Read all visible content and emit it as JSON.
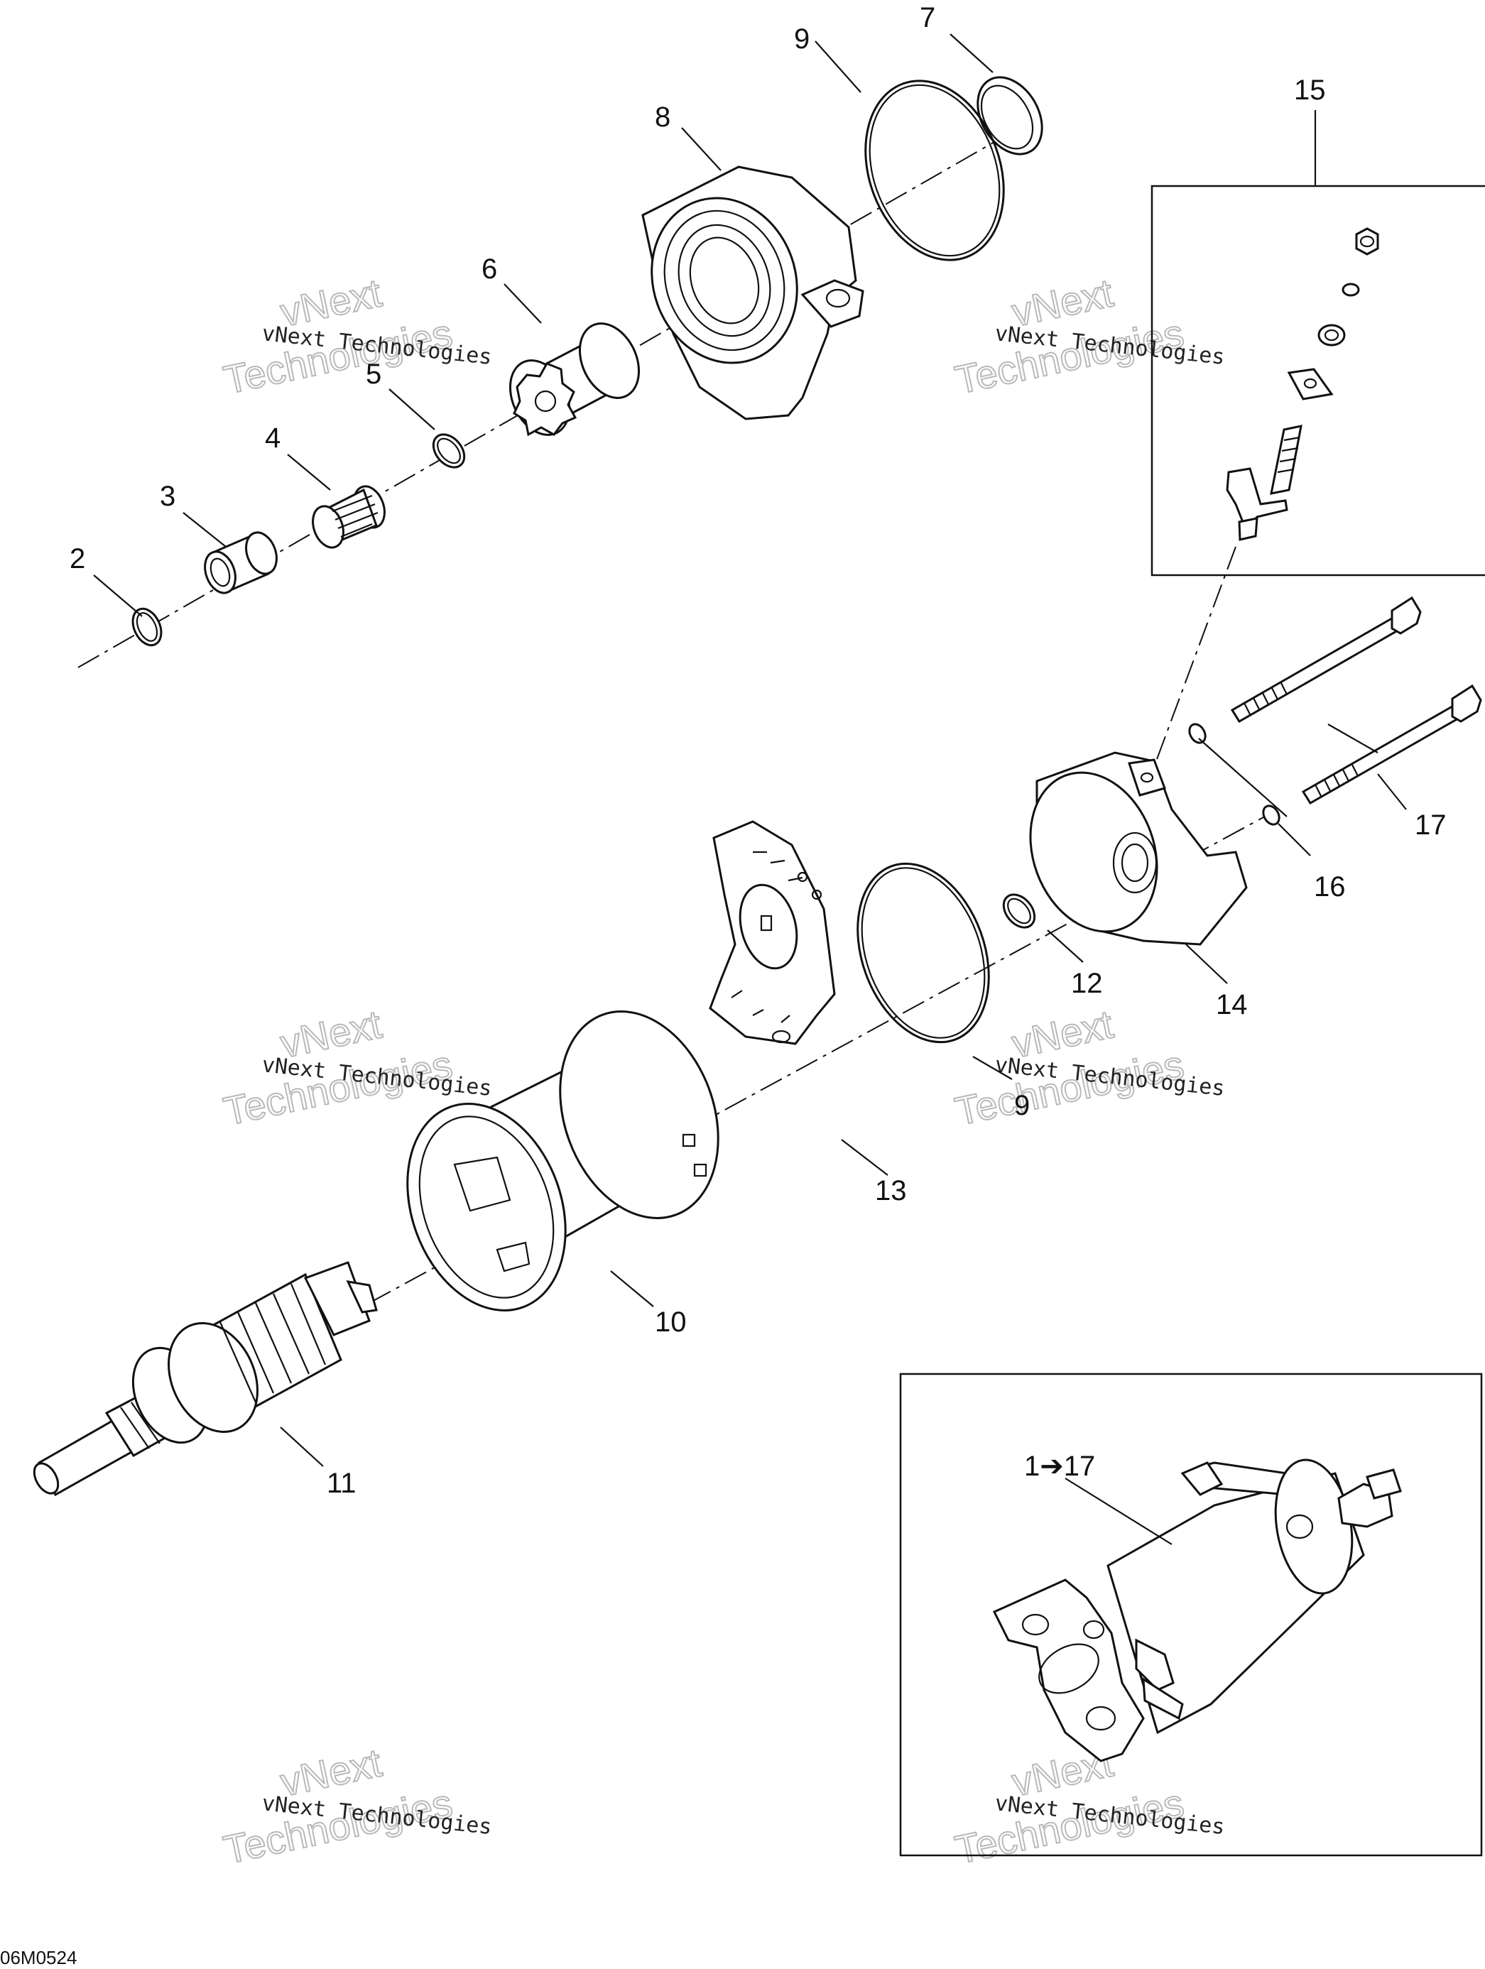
{
  "diagram": {
    "callouts": [
      {
        "id": "c2",
        "text": "2"
      },
      {
        "id": "c3",
        "text": "3"
      },
      {
        "id": "c4",
        "text": "4"
      },
      {
        "id": "c5",
        "text": "5"
      },
      {
        "id": "c6",
        "text": "6"
      },
      {
        "id": "c7",
        "text": "7"
      },
      {
        "id": "c8",
        "text": "8"
      },
      {
        "id": "c9a",
        "text": "9"
      },
      {
        "id": "c9b",
        "text": "9"
      },
      {
        "id": "c10",
        "text": "10"
      },
      {
        "id": "c11",
        "text": "11"
      },
      {
        "id": "c12",
        "text": "12"
      },
      {
        "id": "c13",
        "text": "13"
      },
      {
        "id": "c14",
        "text": "14"
      },
      {
        "id": "c15",
        "text": "15"
      },
      {
        "id": "c16",
        "text": "16"
      },
      {
        "id": "c17",
        "text": "17"
      },
      {
        "id": "c1to17",
        "text": "1➔17"
      }
    ],
    "figure_code": "06M0524",
    "watermark": {
      "line_small": "vNext Technologies",
      "line_big_top": "vNext",
      "line_big_bottom": "Technologies"
    }
  }
}
